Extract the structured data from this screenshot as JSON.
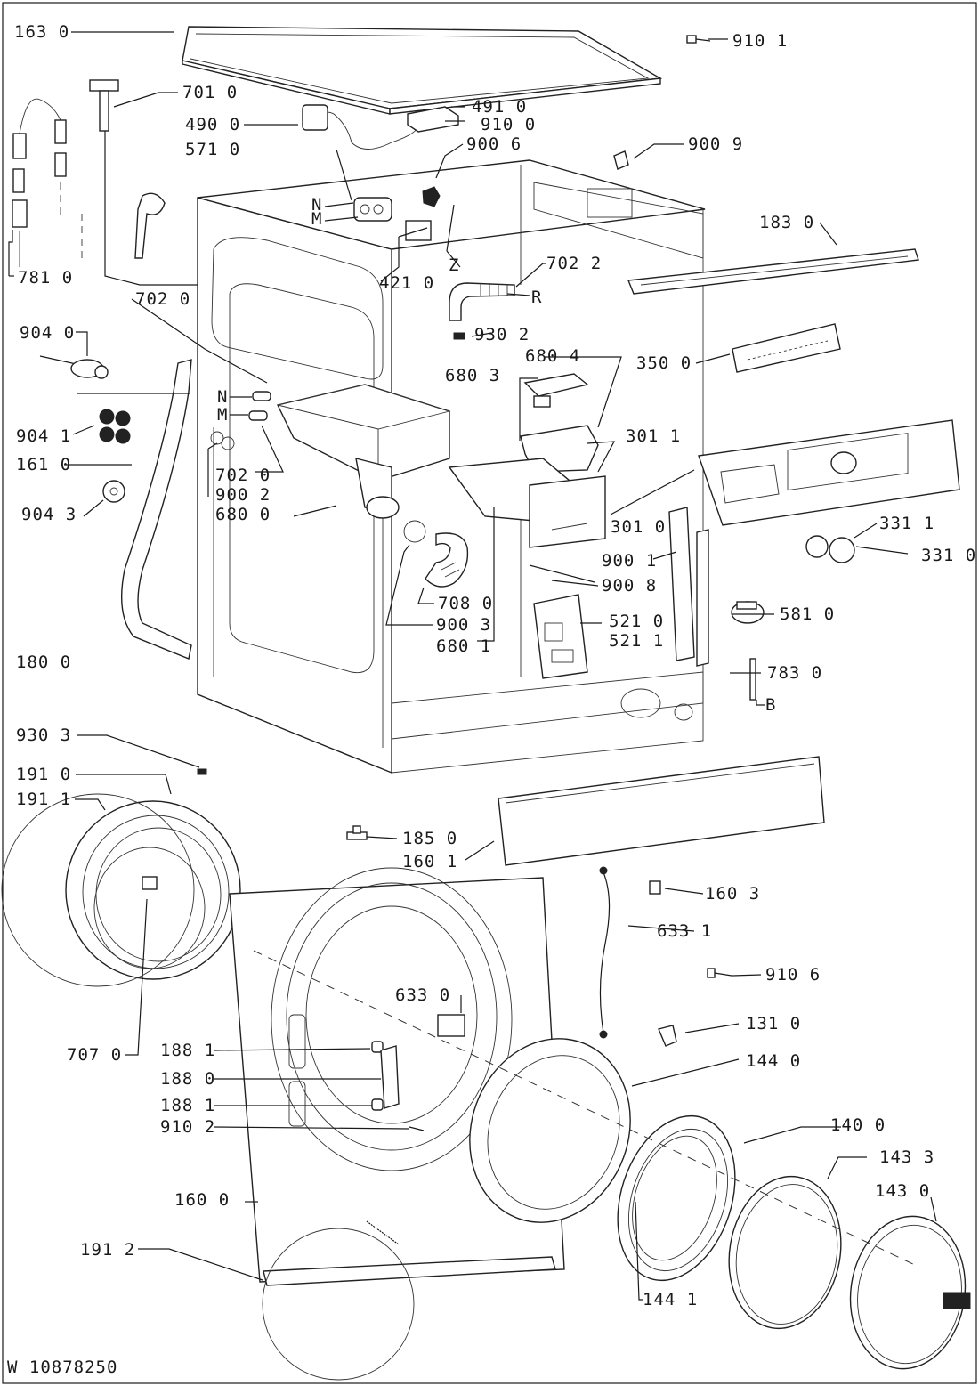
{
  "drawing_number": "W 10878250",
  "labels": {
    "l163_0": "163 0",
    "l910_1": "910 1",
    "l701_0": "701 0",
    "l490_0": "490 0",
    "l491_0": "491 0",
    "l910_0": "910 0",
    "l571_0": "571 0",
    "l900_6": "900 6",
    "l900_9": "900 9",
    "lN1": "N",
    "lM1": "M",
    "l183_0": "183 0",
    "lZ": "Z",
    "l702_2": "702 2",
    "l421_0": "421 0",
    "lR": "R",
    "l781_0": "781 0",
    "l702_0a": "702 0",
    "l930_2": "930 2",
    "l904_0": "904 0",
    "l680_3": "680 3",
    "l680_4": "680 4",
    "l350_0": "350 0",
    "lN2": "N",
    "lM2": "M",
    "l904_1": "904 1",
    "l301_1": "301 1",
    "l161_0": "161 0",
    "l702_0b": "702 0",
    "l900_2": "900 2",
    "l904_3": "904 3",
    "l680_0": "680 0",
    "l301_0": "301 0",
    "l331_1": "331 1",
    "l331_0": "331 0",
    "l900_1": "900 1",
    "l900_8": "900 8",
    "l708_0": "708 0",
    "l581_0": "581 0",
    "l521_0": "521 0",
    "l900_3": "900 3",
    "l521_1": "521 1",
    "l680_1": "680 1",
    "l180_0": "180 0",
    "l783_0": "783 0",
    "lB": "B",
    "l930_3": "930 3",
    "l191_0": "191 0",
    "l191_1": "191 1",
    "l185_0": "185 0",
    "l160_1": "160 1",
    "l160_3": "160 3",
    "l633_1": "633 1",
    "l910_6": "910 6",
    "l633_0": "633 0",
    "l131_0": "131 0",
    "l707_0": "707 0",
    "l188_1a": "188 1",
    "l144_0": "144 0",
    "l188_0": "188 0",
    "l188_1b": "188 1",
    "l910_2": "910 2",
    "l140_0": "140 0",
    "l143_3": "143 3",
    "l160_0": "160 0",
    "l143_0": "143 0",
    "l191_2": "191 2",
    "l144_1": "144 1"
  }
}
